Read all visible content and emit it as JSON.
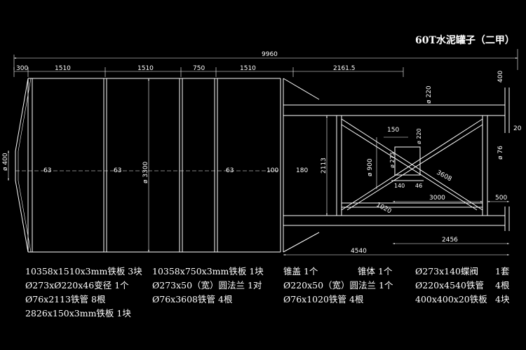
{
  "title": "60T水泥罐子（二甲）",
  "dims": {
    "total_length": "9960",
    "seg_300": "300",
    "seg_1510_a": "1510",
    "seg_1510_b": "1510",
    "seg_750": "750",
    "seg_1510_c": "1510",
    "seg_2161": "2161.5",
    "cone_dia": "ø 400",
    "tank_dia": "ø 3300",
    "t63_a": "63",
    "t63_b": "63",
    "t63_c": "63",
    "t100": "100",
    "t180": "180",
    "pipe_220": "ø 220",
    "len_400": "400",
    "len_20": "20",
    "h_2113": "2113",
    "d_900": "ø 900",
    "w_150": "150",
    "d_220_small": "ø 220",
    "d_273": "ø 273",
    "w_140": "140",
    "w_46": "46",
    "diag_3608": "3608",
    "diag_1020": "1020",
    "len_3000": "3000",
    "len_500": "500",
    "d_76": "ø 76",
    "len_2456": "2456",
    "len_4540": "4540"
  },
  "bom": {
    "r1c1": "10358x1510x3mm铁板  3块",
    "r1c2": "10358x750x3mm铁板    1块",
    "r1c3": "锥盖 1个",
    "r1c4": "锥体 1个",
    "r1c5": "Ø273x140蝶阀",
    "r1c6": "1套",
    "r2c1": "Ø273xØ220x46变径    1个",
    "r2c2": "Ø273x50（宽）圆法兰  1对",
    "r2c3": "Ø220x50（宽）圆法兰  1个",
    "r2c5": "Ø220x4540铁管",
    "r2c6": "4根",
    "r3c1": "Ø76x2113铁管          8根",
    "r3c2": "Ø76x3608铁管          4根",
    "r3c3": "Ø76x1020铁管          4根",
    "r3c5": "400x400x20铁板",
    "r3c6": "4块",
    "r4c1": "2826x150x3mm铁板     1块"
  }
}
